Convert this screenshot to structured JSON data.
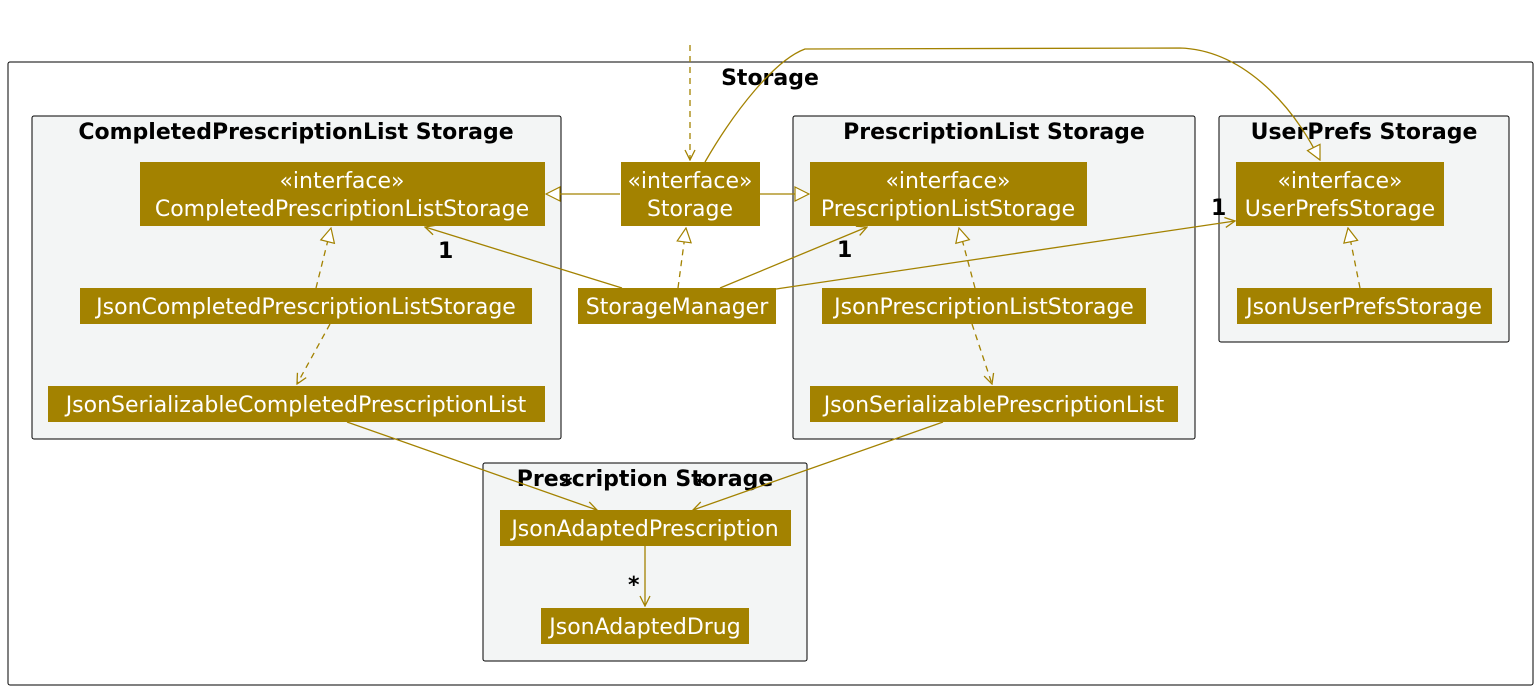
{
  "packages": {
    "storage": "Storage",
    "completed": "CompletedPrescriptionList Storage",
    "prescription_list": "PrescriptionList Storage",
    "user_prefs": "UserPrefs Storage",
    "prescription": "Prescription Storage"
  },
  "stereotype": "«interface»",
  "classes": {
    "storage_interface": "Storage",
    "completed_storage_interface": "CompletedPrescriptionListStorage",
    "prescription_list_storage_interface": "PrescriptionListStorage",
    "user_prefs_storage_interface": "UserPrefsStorage",
    "storage_manager": "StorageManager",
    "json_completed_storage": "JsonCompletedPrescriptionListStorage",
    "json_serializable_completed": "JsonSerializableCompletedPrescriptionList",
    "json_prescription_list_storage": "JsonPrescriptionListStorage",
    "json_serializable_prescription_list": "JsonSerializablePrescriptionList",
    "json_user_prefs_storage": "JsonUserPrefsStorage",
    "json_adapted_prescription": "JsonAdaptedPrescription",
    "json_adapted_drug": "JsonAdaptedDrug"
  },
  "multiplicities": {
    "completed": "1",
    "prescription_list": "1",
    "user_prefs": "1",
    "from_completed": "*",
    "from_prescription_list": "*",
    "drug": "*"
  },
  "colors": {
    "class_fill": "#a38200",
    "package_fill": "#f3f5f5",
    "edge": "#a38200"
  }
}
